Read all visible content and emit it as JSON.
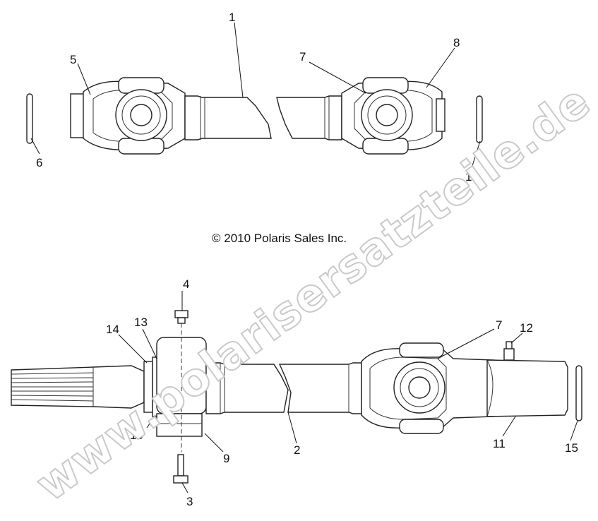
{
  "copyright": "© 2010 Polaris Sales Inc.",
  "watermark": "www.polarisersatzteile.de",
  "callouts": {
    "c1": "1",
    "c5": "5",
    "c6": "6",
    "c7_top": "7",
    "c8": "8",
    "c15_top": "15",
    "c4": "4",
    "c14": "14",
    "c13": "13",
    "c7_bottom": "7",
    "c12": "12",
    "c10": "10",
    "c9": "9",
    "c2": "2",
    "c11": "11",
    "c15_bottom": "15",
    "c3": "3"
  }
}
